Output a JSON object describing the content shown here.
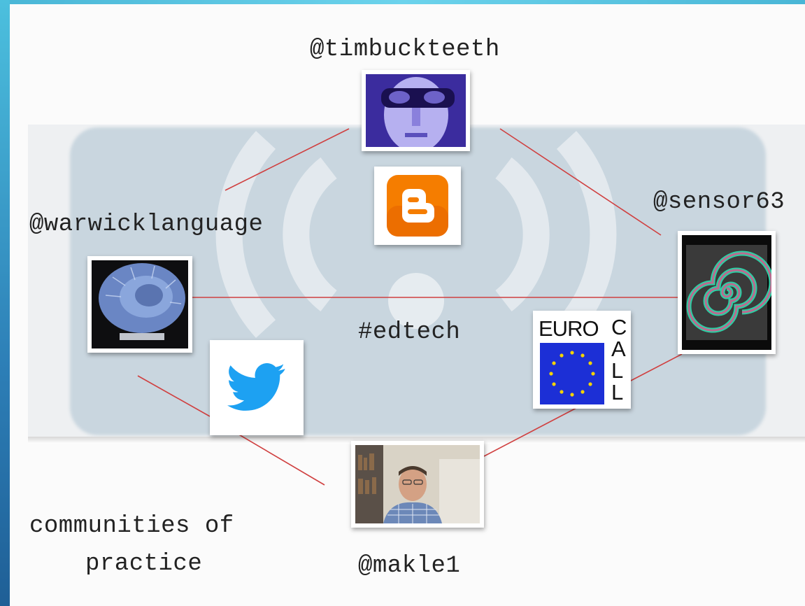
{
  "nodes": {
    "top": "@timbuckteeth",
    "right": "@sensor63",
    "left": "@warwicklanguage",
    "bottom": "@makle1"
  },
  "center_tag": "#edtech",
  "caption_line1": "communities of",
  "caption_line2": "practice",
  "eurocall": {
    "word1": "EURO",
    "word2": "CALL"
  },
  "colors": {
    "connector": "#d04040",
    "frame": "#3fa9d4"
  }
}
